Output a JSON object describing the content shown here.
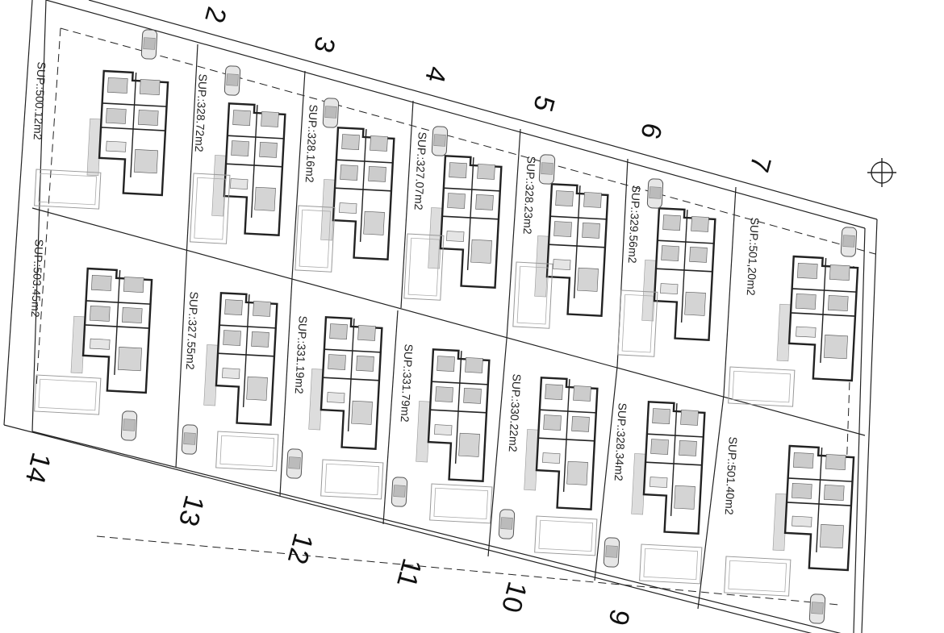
{
  "plan": {
    "north_symbol": "crosshair-north-icon",
    "top_row": [
      {
        "number": "",
        "area": "SUP.:500.12m2"
      },
      {
        "number": "2",
        "area": "SUP.:328.72m2"
      },
      {
        "number": "3",
        "area": "SUP.:328.16m2"
      },
      {
        "number": "4",
        "area": "SUP.:327.07m2"
      },
      {
        "number": "5",
        "area": "SUP.:328.23m2"
      },
      {
        "number": "6",
        "area": "SUP.:329.56m2"
      },
      {
        "number": "7",
        "area": "SUP.:501,20m2"
      }
    ],
    "bottom_row": [
      {
        "number": "14",
        "area": "SUP.:503.45m2"
      },
      {
        "number": "13",
        "area": "SUP.:327.55m2"
      },
      {
        "number": "12",
        "area": "SUP.:331.19m2"
      },
      {
        "number": "11",
        "area": "SUP.:331.79m2"
      },
      {
        "number": "10",
        "area": "SUP.:330.22m2"
      },
      {
        "number": "9",
        "area": "SUP.:328.34m2"
      },
      {
        "number": "",
        "area": "SUP.:501.40m2"
      }
    ]
  }
}
